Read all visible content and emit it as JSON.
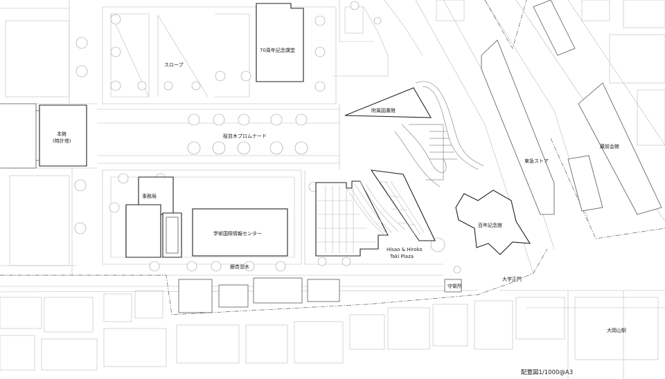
{
  "map": {
    "labels": {
      "anniversary_hall": "70周年記念講堂",
      "slope": "スロープ",
      "main_building": "本館",
      "main_building_sub": "(時計塔)",
      "library": "附属図書館",
      "promenade": "桜並木プロムナード",
      "admin_office": "事務局",
      "info_center": "学術国際情報センター",
      "ginkgo_avenue": "銀杏並木",
      "plaza_line1": "Hisao & Hiroko",
      "plaza_line2": "Taki Plaza",
      "centennial_hall": "百年記念館",
      "tokyu_store": "東急ストア",
      "kuramae_hall": "蔵前会館",
      "guard_house": "守衛所",
      "main_gate": "大学正門",
      "station": "大岡山駅"
    },
    "caption": "配置図1/1000@A3",
    "colors": {
      "building_outline": "#1e1e1e",
      "site_lines": "#b8b8b8",
      "boundary": "#5c5c5c",
      "background": "#ffffff"
    }
  }
}
